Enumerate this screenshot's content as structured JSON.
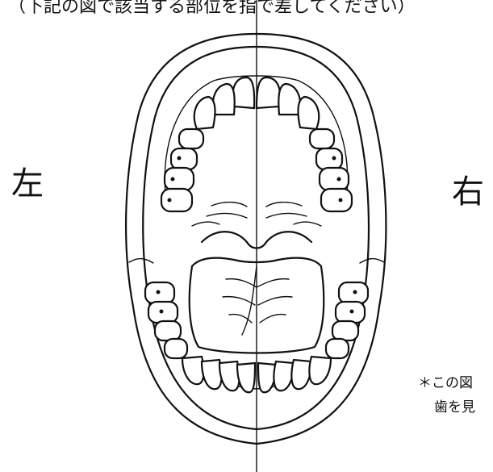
{
  "header": {
    "top_text": "（下記の図で該当する部位を指で差してください）"
  },
  "labels": {
    "left": "左",
    "right": "右"
  },
  "note": {
    "line1": "＊この図",
    "line2": "歯を見"
  },
  "icons": {
    "figure": "open-mouth-dental-diagram-icon"
  }
}
